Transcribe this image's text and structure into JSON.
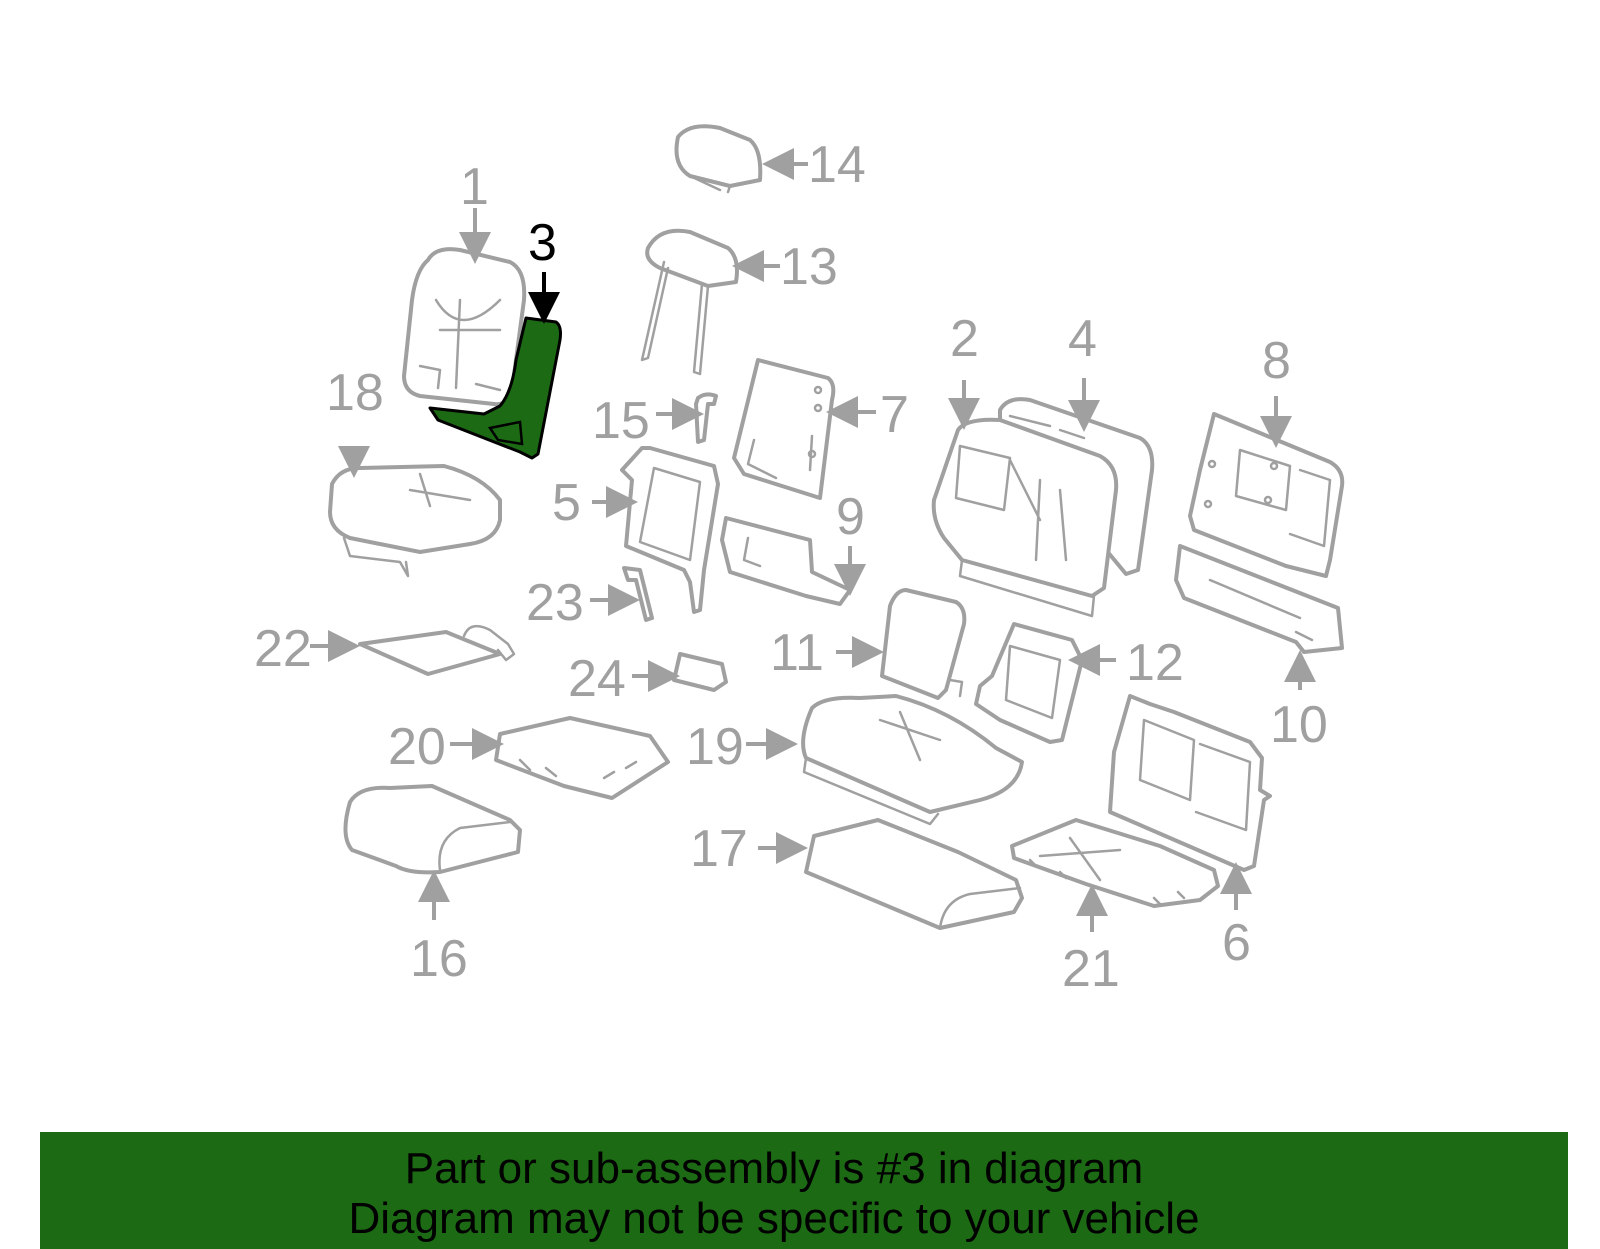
{
  "highlighted_part": "3",
  "colors": {
    "highlight": "#1c6b14",
    "parts": "#a0a0a0",
    "banner": "#1c6b14"
  },
  "callouts": {
    "c1": "1",
    "c2": "2",
    "c3": "3",
    "c4": "4",
    "c5": "5",
    "c6": "6",
    "c7": "7",
    "c8": "8",
    "c9": "9",
    "c10": "10",
    "c11": "11",
    "c12": "12",
    "c13": "13",
    "c14": "14",
    "c15": "15",
    "c16": "16",
    "c17": "17",
    "c18": "18",
    "c19": "19",
    "c20": "20",
    "c21": "21",
    "c22": "22",
    "c23": "23",
    "c24": "24"
  },
  "banner": {
    "line1": "Part or sub-assembly is #3 in diagram",
    "line2": "Diagram may not be specific to your vehicle"
  }
}
